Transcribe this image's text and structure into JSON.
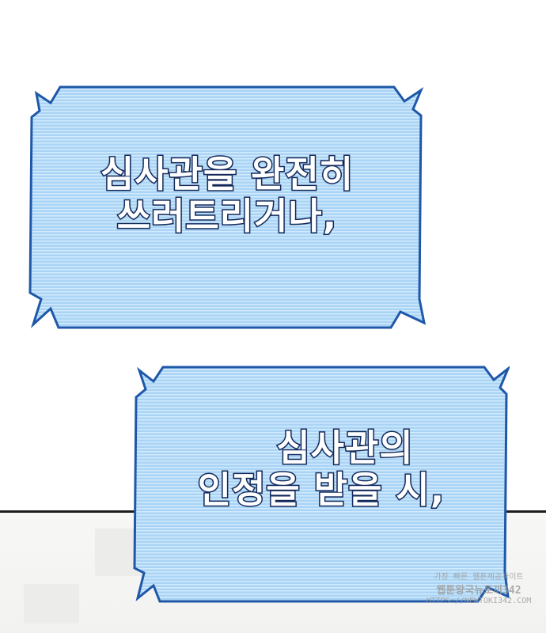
{
  "caption_box_1": {
    "line1": "심사관을 완전히",
    "line2": "쓰러트리거나,"
  },
  "caption_box_2": {
    "line1": "심사관의",
    "line2": "인정을 받을 시,"
  },
  "watermark": {
    "line1": "가장 빠른 웹툰제공사이트",
    "line2": "웹툰왕국뉴토끼342",
    "line3": "HTTPS://NEWTOKI342.COM"
  },
  "colors": {
    "box_fill": "#a9d4f5",
    "box_stripe": "#cfe8fb",
    "box_border": "#1f58a8",
    "text_stroke": "#142a5c"
  }
}
